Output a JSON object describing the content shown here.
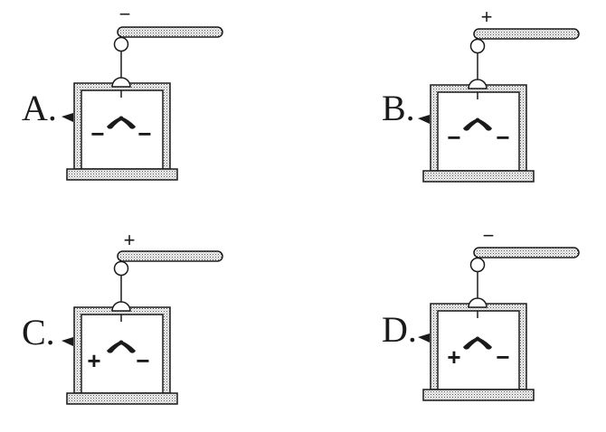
{
  "panels": [
    {
      "label": "A.",
      "rod_sign": "−",
      "left_sign": "−",
      "right_sign": "−"
    },
    {
      "label": "B.",
      "rod_sign": "+",
      "left_sign": "−",
      "right_sign": "−"
    },
    {
      "label": "C.",
      "rod_sign": "+",
      "left_sign": "+",
      "right_sign": "−"
    },
    {
      "label": "D.",
      "rod_sign": "−",
      "left_sign": "+",
      "right_sign": "−"
    }
  ]
}
